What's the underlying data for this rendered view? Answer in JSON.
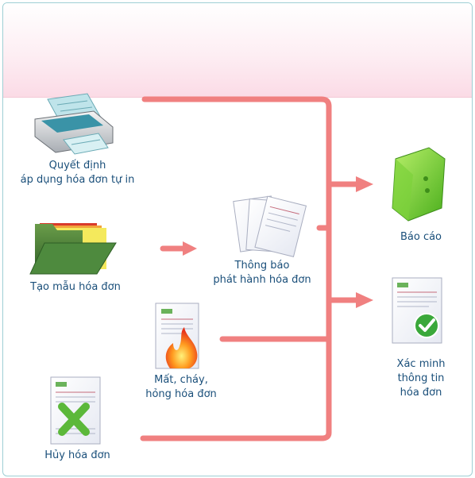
{
  "nodes": {
    "decision": {
      "lines": [
        "Quyết định",
        "áp dụng hóa đơn tự in"
      ],
      "icon": "printer-icon"
    },
    "template": {
      "lines": [
        "Tạo mẫu hóa đơn"
      ],
      "icon": "folder-icon"
    },
    "lost": {
      "lines": [
        "Mất, cháy,",
        "hỏng hóa đơn"
      ],
      "icon": "burning-invoice-icon"
    },
    "cancel": {
      "lines": [
        "Hủy hóa đơn"
      ],
      "icon": "cancelled-invoice-icon"
    },
    "notice": {
      "lines": [
        "Thông báo",
        "phát hành hóa đơn"
      ],
      "icon": "invoice-stack-icon"
    },
    "report": {
      "lines": [
        "Báo cáo"
      ],
      "icon": "green-folder-icon"
    },
    "verify": {
      "lines": [
        "Xác minh",
        "thông tin",
        "hóa đơn"
      ],
      "icon": "verified-invoice-icon"
    }
  },
  "colors": {
    "connector": "#f08080",
    "label": "#1a4f7a",
    "header_band": "#fbdbe6",
    "border": "#9ecfd4"
  }
}
